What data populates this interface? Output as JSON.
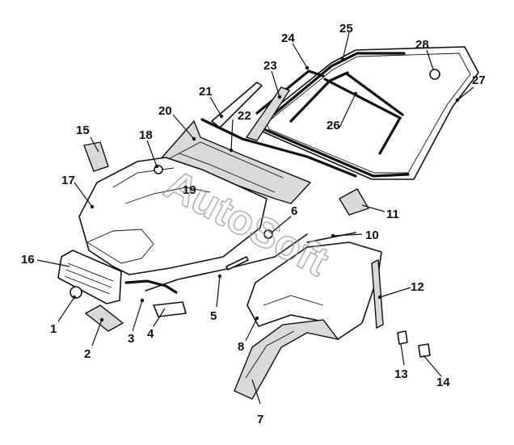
{
  "diagram": {
    "watermark": "AutoSoft",
    "callouts": [
      "1",
      "2",
      "3",
      "4",
      "5",
      "6",
      "7",
      "8",
      "10",
      "11",
      "12",
      "13",
      "14",
      "15",
      "16",
      "17",
      "18",
      "19",
      "20",
      "21",
      "22",
      "23",
      "24",
      "25",
      "26",
      "27",
      "28"
    ]
  }
}
